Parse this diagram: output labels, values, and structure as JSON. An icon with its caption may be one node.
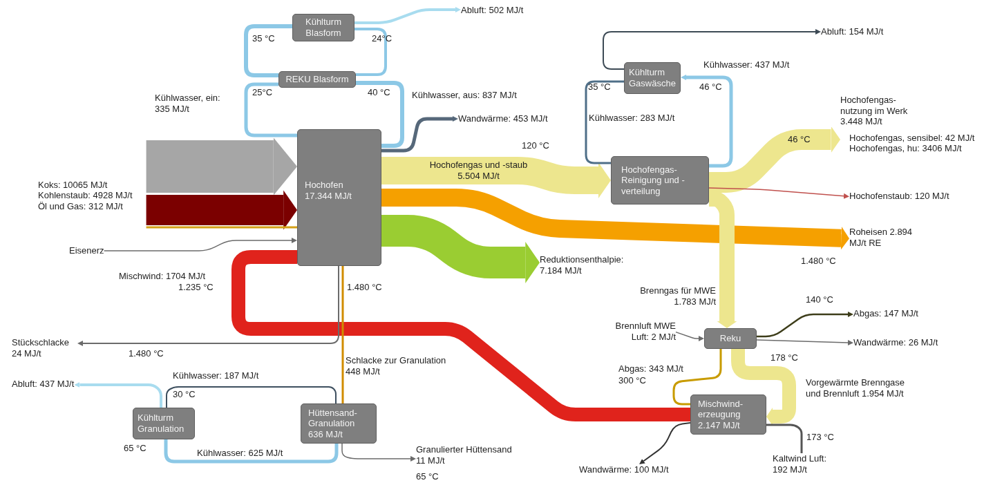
{
  "diagram": {
    "nodes": [
      {
        "text": [
          "Kühlturm Blasform"
        ]
      },
      {
        "text": [
          "REKU Blasform"
        ]
      },
      {
        "text": [
          "Hochofen 17.344 MJ/t"
        ]
      },
      {
        "text": [
          "Hochofengas- Reinigung und -verteilung"
        ]
      },
      {
        "text": [
          "Kühlturm Gaswäsche"
        ]
      },
      {
        "text": [
          "Reku"
        ]
      },
      {
        "text": [
          "Mischwind- erzeugung 2.147 MJ/t"
        ]
      },
      {
        "text": [
          "Hüttensand- Granulation 636 MJ/t"
        ]
      },
      {
        "text": [
          "Kühlturm Granulation"
        ]
      },
      {
        "text": [
          "Abluft: 502 MJ/t"
        ]
      },
      {
        "text": [
          "Wandwärme: 453 MJ/t"
        ]
      },
      {
        "text": [
          "Koks: 10065 MJ/t",
          "Kohlenstaub: 4928 MJ/t",
          "Öl und Gas: 312 MJ/t"
        ]
      },
      {
        "text": [
          "Eisenerz"
        ]
      },
      {
        "text": [
          "Reduktionsenthalpie: 7.184 MJ/t"
        ]
      },
      {
        "text": [
          "Roheisen 2.894 MJ/t RE"
        ]
      },
      {
        "text": [
          "Abluft: 154 MJ/t"
        ]
      },
      {
        "text": [
          "Hochofengas- nutzung im Werk 3.448 MJ/t",
          "Hochofengas, sensibel: 42 MJ/t",
          "Hochofengas, hu: 3406 MJ/t"
        ]
      },
      {
        "text": [
          "Hochofenstaub: 120 MJ/t"
        ]
      },
      {
        "text": [
          "Brennluft MWE Luft: 2 MJ/t"
        ]
      },
      {
        "text": [
          "Abgas: 147 MJ/t"
        ]
      },
      {
        "text": [
          "Wandwärme: 26 MJ/t"
        ]
      },
      {
        "text": [
          "Kaltwind Luft: 192 MJ/t"
        ]
      },
      {
        "text": [
          "Wandwärme: 100 MJ/t"
        ]
      },
      {
        "text": [
          "Stückschlacke 24 MJ/t"
        ]
      },
      {
        "text": [
          "Abluft: 437 MJ/t"
        ]
      },
      {
        "text": [
          "Granulierter Hüttensand 11 MJ/t"
        ]
      }
    ],
    "edges": [
      {
        "from": 1,
        "to": 0,
        "arrow": "none",
        "color": "#8cc8e6"
      },
      {
        "from": 0,
        "to": 1,
        "arrow": "none",
        "color": "#8cc8e6"
      },
      {
        "from": 1,
        "to": 2,
        "arrow": "none",
        "label": "Kühlwasser, ein: 335 MJ/t",
        "color": "#8cc8e6"
      },
      {
        "from": 2,
        "to": 1,
        "arrow": "none",
        "label": "Kühlwasser, aus: 837 MJ/t",
        "color": "#8cc8e6"
      },
      {
        "from": 2,
        "to": 10,
        "arrow": "to",
        "color": "#56687a"
      },
      {
        "from": 11,
        "to": 2,
        "arrow": "to",
        "style": "thick",
        "color": "#a6a6a6"
      },
      {
        "from": 11,
        "to": 2,
        "arrow": "to",
        "style": "thick",
        "color": "#7b0000"
      },
      {
        "from": 11,
        "to": 2,
        "arrow": "none",
        "color": "#d4a017"
      },
      {
        "from": 12,
        "to": 2,
        "arrow": "to",
        "color": "#6b6b6b"
      },
      {
        "from": 6,
        "to": 2,
        "arrow": "none",
        "label": "Mischwind: 1704 MJ/t",
        "style": "thick",
        "color": "#e0231c"
      },
      {
        "from": 2,
        "to": 3,
        "arrow": "to",
        "label": "Hochofengas und -staub 5.504 MJ/t",
        "style": "thick",
        "color": "#ede68e"
      },
      {
        "from": 2,
        "to": 14,
        "arrow": "to",
        "style": "thick",
        "color": "#f5a000"
      },
      {
        "from": 2,
        "to": 13,
        "arrow": "to",
        "style": "thick",
        "color": "#9acd32"
      },
      {
        "from": 2,
        "to": 23,
        "arrow": "to",
        "color": "#6b6b6b"
      },
      {
        "from": 2,
        "to": 7,
        "arrow": "none",
        "label": "Schlacke zur Granulation 448 MJ/t",
        "color": "#d08c00"
      },
      {
        "from": 3,
        "to": 4,
        "arrow": "to",
        "label": "Kühlwasser: 437 MJ/t",
        "color": "#8cc8e6"
      },
      {
        "from": 4,
        "to": 3,
        "arrow": "none",
        "label": "Kühlwasser: 283 MJ/t",
        "color": "#4f6f88"
      },
      {
        "from": 4,
        "to": 15,
        "arrow": "to",
        "color": "#3d4a55"
      },
      {
        "from": 3,
        "to": 16,
        "arrow": "to",
        "label": "46 °C",
        "style": "thick",
        "color": "#ede68e"
      },
      {
        "from": 3,
        "to": 17,
        "arrow": "to",
        "color": "#c0504d"
      },
      {
        "from": 3,
        "to": 5,
        "arrow": "to",
        "label": "Brenngas für MWE 1.783 MJ/t",
        "style": "thick",
        "color": "#ede68e"
      },
      {
        "from": 18,
        "to": 5,
        "arrow": "to",
        "color": "#6b6b6b"
      },
      {
        "from": 5,
        "to": 19,
        "arrow": "to",
        "color": "#3d3d1a"
      },
      {
        "from": 5,
        "to": 20,
        "arrow": "to",
        "color": "#6b6b6b"
      },
      {
        "from": 5,
        "to": 6,
        "arrow": "to",
        "label": "Vorgewärmte Brenngase und Brennluft 1.954 MJ/t",
        "style": "thick",
        "color": "#ede68e"
      },
      {
        "from": 6,
        "to": 5,
        "arrow": "none",
        "label": "Abgas: 343 MJ/t",
        "color": "#c89b00"
      },
      {
        "from": 21,
        "to": 6,
        "arrow": "none",
        "color": "#555555"
      },
      {
        "from": 6,
        "to": 22,
        "arrow": "to",
        "color": "#333333"
      },
      {
        "from": 0,
        "to": 9,
        "arrow": "to",
        "color": "#a8dcef"
      },
      {
        "from": 8,
        "to": 7,
        "arrow": "none",
        "label": "Kühlwasser: 187 MJ/t",
        "color": "#3d4f5f"
      },
      {
        "from": 7,
        "to": 8,
        "arrow": "none",
        "label": "Kühlwasser: 625 MJ/t",
        "color": "#8cc8e6"
      },
      {
        "from": 8,
        "to": 24,
        "arrow": "to",
        "color": "#a8dcef"
      },
      {
        "from": 7,
        "to": 25,
        "arrow": "to",
        "color": "#6b6b6b"
      }
    ],
    "labels": [
      "35 °C",
      "24°C",
      "25°C",
      "40 °C",
      "120 °C",
      "35 °C",
      "46 °C",
      "1.480 °C",
      "1.235 °C",
      "1.480 °C",
      "140 °C",
      "1.480 °C",
      "178 °C",
      "300 °C",
      "30 °C",
      "173 °C",
      "65 °C",
      "65 °C"
    ]
  }
}
